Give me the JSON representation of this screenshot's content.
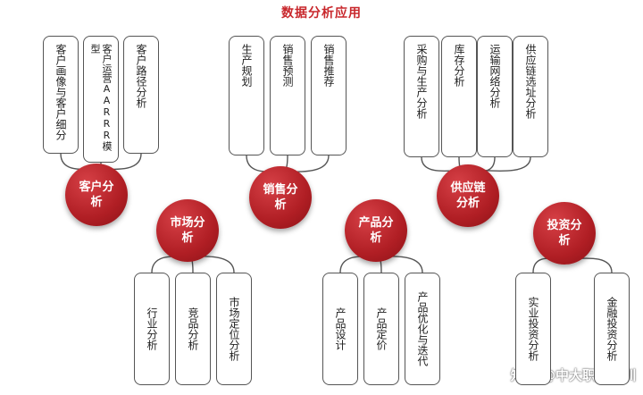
{
  "title": "数据分析应用",
  "colors": {
    "hub": "#b01e24",
    "title": "#c8272c",
    "card_border": "#555555"
  },
  "groups": [
    {
      "id": "customer",
      "hub": "客户分析",
      "side": "top",
      "items": [
        "客户画像与客户细分",
        "客户运营AARRR模型",
        "客户路径分析"
      ]
    },
    {
      "id": "sales",
      "hub": "销售分析",
      "side": "top",
      "items": [
        "生产规划",
        "销售预测",
        "销售推荐"
      ]
    },
    {
      "id": "supply",
      "hub": "供应链分析",
      "side": "top",
      "items": [
        "采购与生产分析",
        "库存分析",
        "运输网络分析",
        "供应链选址分析"
      ]
    },
    {
      "id": "market",
      "hub": "市场分析",
      "side": "bottom",
      "items": [
        "行业分析",
        "竞品分析",
        "市场定位分析"
      ]
    },
    {
      "id": "product",
      "hub": "产品分析",
      "side": "bottom",
      "items": [
        "产品设计",
        "产品定价",
        "产品优化与迭代"
      ]
    },
    {
      "id": "invest",
      "hub": "投资分析",
      "side": "bottom",
      "items": [
        "实业投资分析",
        "金融投资分析"
      ]
    }
  ],
  "watermark": "知乎 @中大职业培训"
}
